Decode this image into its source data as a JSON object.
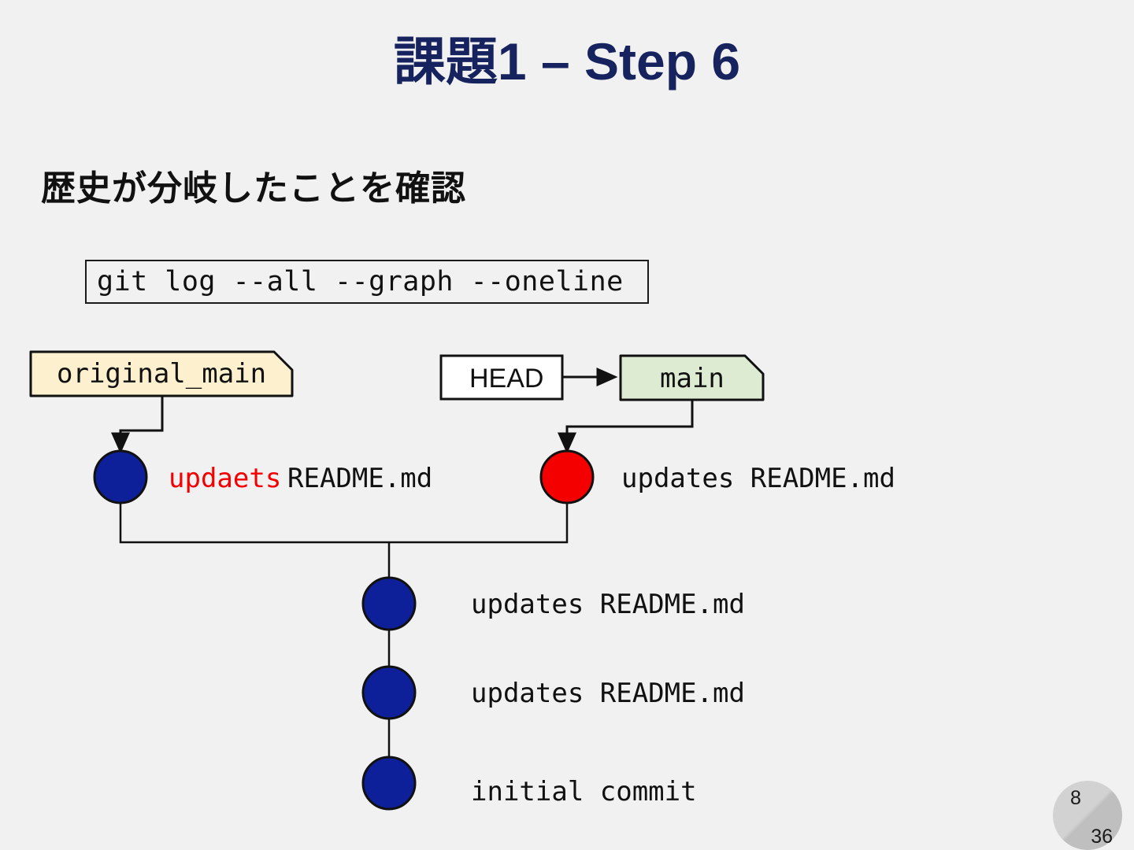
{
  "slide": {
    "title": "課題1 – Step 6",
    "subtitle": "歴史が分岐したことを確認",
    "background_color": "#f1f1f1",
    "title_color": "#16235e"
  },
  "command": {
    "text": "git log --all --graph --oneline"
  },
  "graph": {
    "labels": [
      {
        "id": "original-main",
        "text": "original_main",
        "shape": "tag",
        "fill": "#fcf0cf",
        "stroke": "#111111"
      },
      {
        "id": "head",
        "text": "HEAD",
        "shape": "rect",
        "fill": "#ffffff",
        "stroke": "#111111"
      },
      {
        "id": "main",
        "text": "main",
        "shape": "tag",
        "fill": "#deebd3",
        "stroke": "#111111"
      }
    ],
    "commits": [
      {
        "id": "commit-left-updaets",
        "message_typo": "updaets",
        "message_rest": " README.md",
        "node_color": "#0d1f99",
        "highlight_color": "#f40000"
      },
      {
        "id": "commit-right-updates",
        "message": "updates README.md",
        "node_color": "#f40000"
      },
      {
        "id": "commit-mid-updates-1",
        "message": "updates README.md",
        "node_color": "#0d1f99"
      },
      {
        "id": "commit-mid-updates-2",
        "message": "updates README.md",
        "node_color": "#0d1f99"
      },
      {
        "id": "commit-initial",
        "message": "initial commit",
        "node_color": "#0d1f99"
      }
    ]
  },
  "page": {
    "current": "8",
    "total": "36"
  }
}
